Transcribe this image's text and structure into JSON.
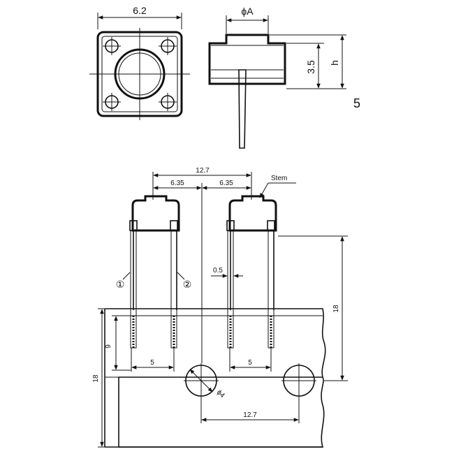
{
  "top_view": {
    "width_label": "6.2"
  },
  "side_view": {
    "diameter_label": "ϕA",
    "height_label": "3.5",
    "h_label": "h"
  },
  "variant_number": "5",
  "mounting": {
    "pitch_total": "12.7",
    "pitch_left": "6.35",
    "pitch_right": "6.35",
    "stem_label": "Stem",
    "pin_thickness": "0.5",
    "pin_label_1": "①",
    "pin_label_2": "②",
    "pin_spacing_left": "5",
    "pin_spacing_right": "5",
    "height_right": "18",
    "depth_left": "9",
    "height_left": "18",
    "hole_diameter": "ϕ4",
    "hole_pitch": "12.7"
  },
  "colors": {
    "ink": "#111111",
    "paper": "#ffffff"
  }
}
